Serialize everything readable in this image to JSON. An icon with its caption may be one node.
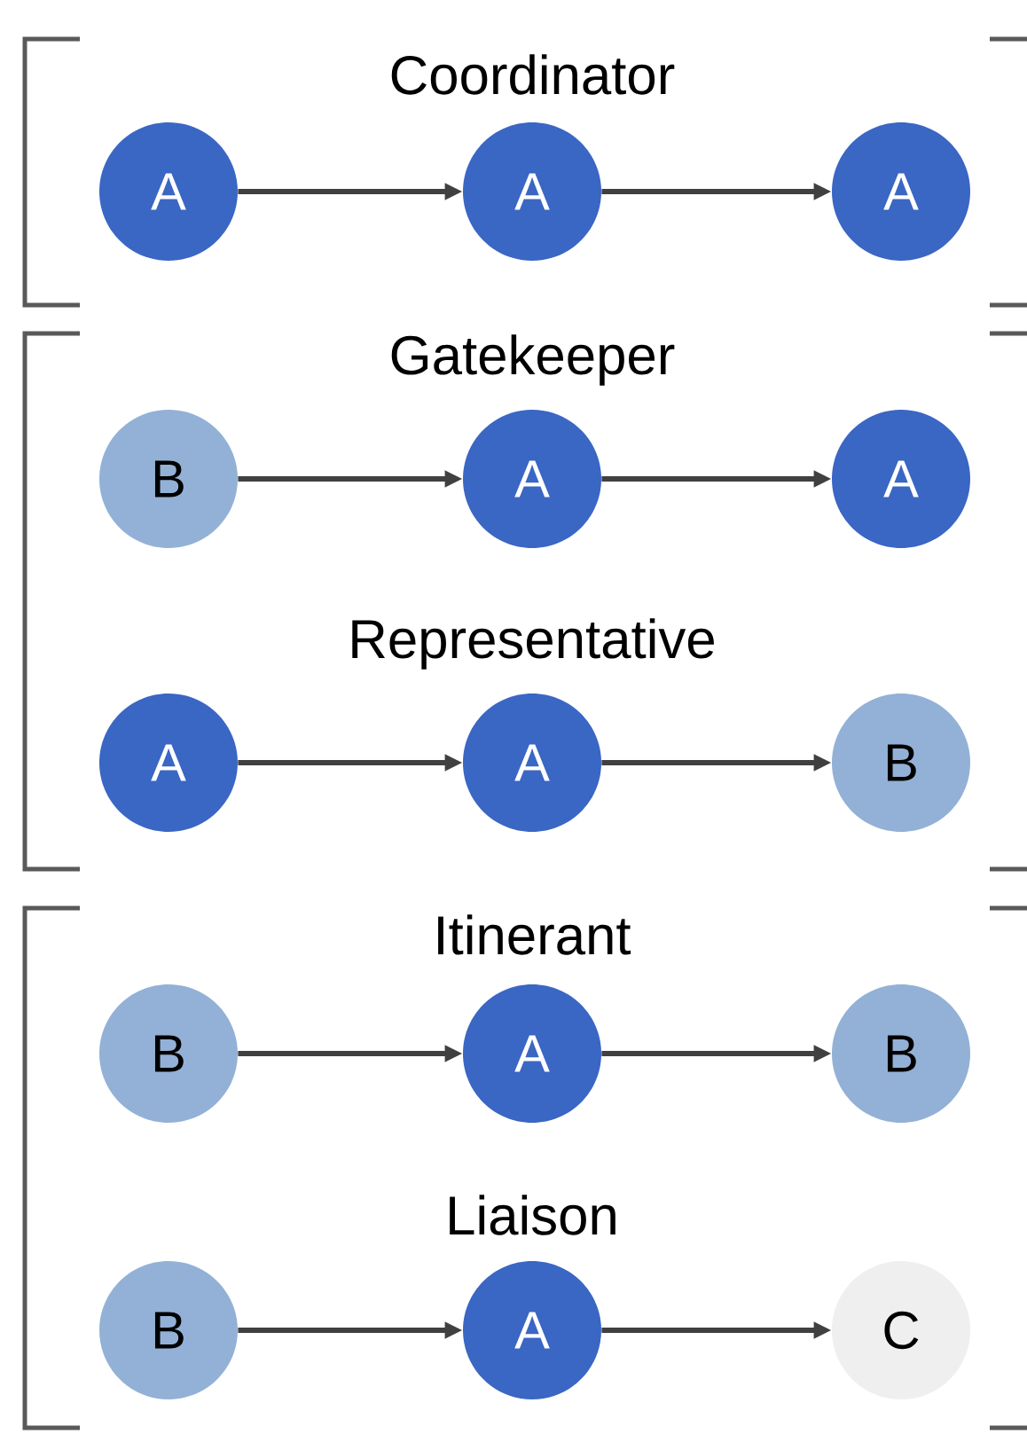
{
  "diagram": {
    "nodes": [
      {
        "text": [
          "A"
        ]
      },
      {
        "text": [
          "A"
        ]
      },
      {
        "text": [
          "A"
        ]
      },
      {
        "text": [
          "B"
        ]
      },
      {
        "text": [
          "A"
        ]
      },
      {
        "text": [
          "A"
        ]
      },
      {
        "text": [
          "A"
        ]
      },
      {
        "text": [
          "A"
        ]
      },
      {
        "text": [
          "B"
        ]
      },
      {
        "text": [
          "B"
        ]
      },
      {
        "text": [
          "A"
        ]
      },
      {
        "text": [
          "B"
        ]
      },
      {
        "text": [
          "B"
        ]
      },
      {
        "text": [
          "A"
        ]
      },
      {
        "text": [
          "C"
        ]
      }
    ],
    "edges": [
      {
        "from": 0,
        "to": 1,
        "arrow": "to"
      },
      {
        "from": 1,
        "to": 2,
        "arrow": "to"
      },
      {
        "from": 3,
        "to": 4,
        "arrow": "to"
      },
      {
        "from": 4,
        "to": 5,
        "arrow": "to"
      },
      {
        "from": 6,
        "to": 7,
        "arrow": "to"
      },
      {
        "from": 7,
        "to": 8,
        "arrow": "to"
      },
      {
        "from": 9,
        "to": 10,
        "arrow": "to"
      },
      {
        "from": 10,
        "to": 11,
        "arrow": "to"
      },
      {
        "from": 12,
        "to": 13,
        "arrow": "to"
      },
      {
        "from": 13,
        "to": 14,
        "arrow": "to"
      }
    ],
    "labels": [
      "Coordinator",
      "Gatekeeper",
      "Representative",
      "Itinerant",
      "Liaison"
    ]
  }
}
